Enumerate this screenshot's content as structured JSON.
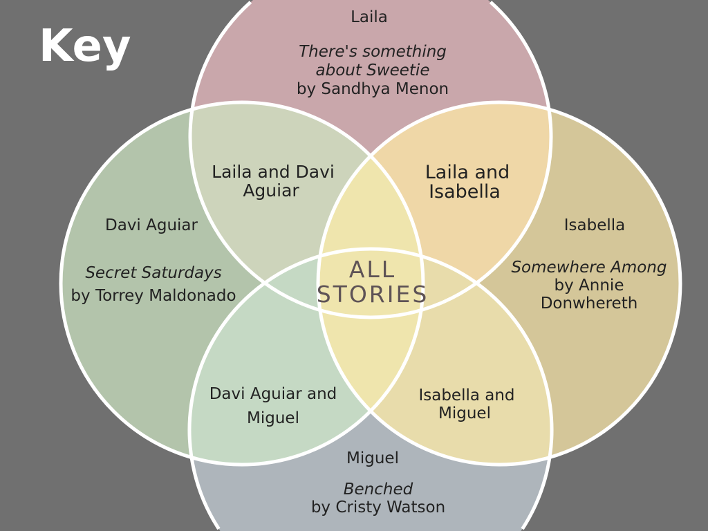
{
  "key_title": "Key",
  "center": {
    "line1": "ALL",
    "line2": "STORIES"
  },
  "regions": {
    "laila": {
      "name": "Laila",
      "title_l1": "There's something",
      "title_l2": "about Sweetie",
      "author": "by Sandhya Menon"
    },
    "davi": {
      "name": "Davi Aguiar",
      "title": "Secret Saturdays",
      "author": "by Torrey Maldonado"
    },
    "isabella": {
      "name": "Isabella",
      "title": "Somewhere Among",
      "author_l1": "by Annie",
      "author_l2": "Donwhereth"
    },
    "miguel": {
      "name": "Miguel",
      "title": "Benched",
      "author": "by Cristy Watson"
    },
    "laila_davi": {
      "l1": "Laila and Davi",
      "l2": "Aguiar"
    },
    "laila_isabella": {
      "l1": "Laila and",
      "l2": "Isabella"
    },
    "davi_miguel": {
      "l1": "Davi Aguiar and",
      "l2": "Miguel"
    },
    "isabella_miguel": {
      "l1": "Isabella and",
      "l2": "Miguel"
    }
  },
  "colors": {
    "background": "#707070",
    "laila": "#c9a7ab",
    "davi": "#b3c4ab",
    "isabella": "#d4c699",
    "miguel": "#aeb5bb",
    "laila_davi": "#cdd4bb",
    "laila_isabella": "#efd7a7",
    "davi_miguel": "#c5d9c4",
    "isabella_miguel": "#e8dcab",
    "center": "#efe5ad"
  }
}
